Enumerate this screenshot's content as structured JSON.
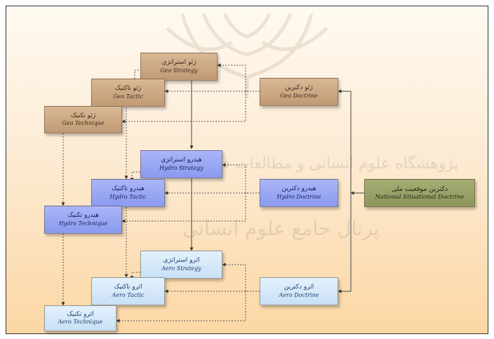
{
  "boxes": {
    "geo_strategy": {
      "fa": "ژئو استراتژی",
      "en": "Geo Strategy"
    },
    "geo_tactic": {
      "fa": "ژئو تاکتیک",
      "en": "Geo Tactic"
    },
    "geo_technique": {
      "fa": "ژئو تکنیک",
      "en": "Geo Technique"
    },
    "geo_doctrine": {
      "fa": "ژئو دکترین",
      "en": "Geo Doctrine"
    },
    "hydro_strategy": {
      "fa": "هیدرو استراتژی",
      "en": "Hydro Strategy"
    },
    "hydro_tactic": {
      "fa": "هیدرو تاکتیک",
      "en": "Hydro Tactic"
    },
    "hydro_technique": {
      "fa": "هیدرو تکنیک",
      "en": "Hydro Technique"
    },
    "hydro_doctrine": {
      "fa": "هیدرو دکترین",
      "en": "Hydro Doctrine"
    },
    "aero_strategy": {
      "fa": "ائرو استراتژی",
      "en": "Aero Strategy"
    },
    "aero_tactic": {
      "fa": "ائرو تاکتیک",
      "en": "Aero Tactic"
    },
    "aero_technique": {
      "fa": "ائرو تکنیک",
      "en": "Aero Technique"
    },
    "aero_doctrine": {
      "fa": "ائرو دکترین",
      "en": "Aero Doctrine"
    },
    "national": {
      "fa": "دکترین موقعیت ملی",
      "en": "National Situational Doctrine"
    }
  },
  "watermark": {
    "line1": "پژوهشگاه علوم انسانی و مطالعات فرهنگی",
    "line2": "پرتال جامع علوم انسانی"
  },
  "colors": {
    "geo": "#c9a581",
    "hydro": "#95a4f2",
    "aero": "#d5e8f9",
    "national": "#9aa168",
    "background_top": "#fffaf1",
    "background_bottom": "#fcd7a4"
  }
}
